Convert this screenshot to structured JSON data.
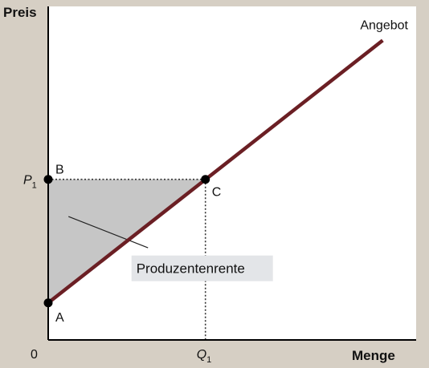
{
  "chart_data": {
    "type": "line",
    "axis_labels": {
      "x": "Menge",
      "y": "Preis"
    },
    "origin_label": "0",
    "ticks": {
      "x": {
        "base": "Q",
        "sub": "1"
      },
      "y": {
        "base": "P",
        "sub": "1"
      }
    },
    "series": [
      {
        "name": "Angebot",
        "x": [
          0,
          10
        ],
        "y": [
          0.7,
          9.2
        ]
      }
    ],
    "points": [
      {
        "label": "A",
        "x": 0,
        "y": 0.7
      },
      {
        "label": "B",
        "x": 0,
        "y": 4.7
      },
      {
        "label": "C",
        "x": 4.7,
        "y": 4.7
      }
    ],
    "shaded_region": {
      "label": "Produzentenrente",
      "vertices": [
        "A",
        "B",
        "C"
      ]
    },
    "xlim": [
      0,
      11
    ],
    "ylim": [
      -0.5,
      10.3
    ],
    "colors": {
      "supply_line": "#6b1f24",
      "shade": "#c6c6c6",
      "plot_bg": "#ffffff",
      "frame_bg": "#d6cfc4",
      "label_box": "#e3e5e8"
    }
  }
}
